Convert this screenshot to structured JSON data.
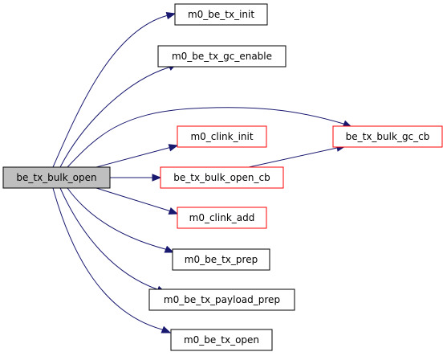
{
  "diagram": {
    "nodes": [
      {
        "id": "root",
        "label": "be_tx_bulk_open",
        "fill": "#bfbfbf",
        "stroke": "#000000"
      },
      {
        "id": "n1",
        "label": "m0_be_tx_init",
        "fill": "#ffffff",
        "stroke": "#000000"
      },
      {
        "id": "n2",
        "label": "m0_be_tx_gc_enable",
        "fill": "#ffffff",
        "stroke": "#000000"
      },
      {
        "id": "n3",
        "label": "be_tx_bulk_gc_cb",
        "fill": "#ffffff",
        "stroke": "#ff0000"
      },
      {
        "id": "n4",
        "label": "m0_clink_init",
        "fill": "#ffffff",
        "stroke": "#ff0000"
      },
      {
        "id": "n5",
        "label": "be_tx_bulk_open_cb",
        "fill": "#ffffff",
        "stroke": "#ff0000"
      },
      {
        "id": "n6",
        "label": "m0_clink_add",
        "fill": "#ffffff",
        "stroke": "#ff0000"
      },
      {
        "id": "n7",
        "label": "m0_be_tx_prep",
        "fill": "#ffffff",
        "stroke": "#000000"
      },
      {
        "id": "n8",
        "label": "m0_be_tx_payload_prep",
        "fill": "#ffffff",
        "stroke": "#000000"
      },
      {
        "id": "n9",
        "label": "m0_be_tx_open",
        "fill": "#ffffff",
        "stroke": "#000000"
      }
    ],
    "edges": [
      {
        "from": "root",
        "to": "n1"
      },
      {
        "from": "root",
        "to": "n2"
      },
      {
        "from": "root",
        "to": "n3"
      },
      {
        "from": "root",
        "to": "n4"
      },
      {
        "from": "root",
        "to": "n5"
      },
      {
        "from": "root",
        "to": "n6"
      },
      {
        "from": "root",
        "to": "n7"
      },
      {
        "from": "root",
        "to": "n8"
      },
      {
        "from": "root",
        "to": "n9"
      },
      {
        "from": "n5",
        "to": "n3"
      }
    ],
    "edge_color": "#191970"
  }
}
